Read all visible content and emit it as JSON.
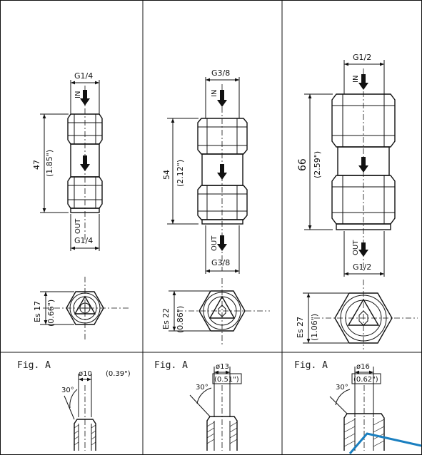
{
  "columns": [
    {
      "id": "g14",
      "top_thread": "G1/4",
      "bottom_thread": "G1/4",
      "in_label": "IN",
      "out_label": "OUT",
      "length_mm": "47",
      "length_in": "(1.85\")",
      "hex": "Es 17",
      "hex_in": "(0.66\")",
      "fig_label": "Fig. A",
      "bore": "ø10",
      "bore_in": "(0.39\")",
      "angle": "30°"
    },
    {
      "id": "g38",
      "top_thread": "G3/8",
      "bottom_thread": "G3/8",
      "in_label": "IN",
      "out_label": "OUT",
      "length_mm": "54",
      "length_in": "(2.12\")",
      "hex": "Es 22",
      "hex_in": "(0.86\")",
      "fig_label": "Fig. A",
      "bore": "ø13",
      "bore_in": "(0.51\")",
      "angle": "30°"
    },
    {
      "id": "g12",
      "top_thread": "G1/2",
      "bottom_thread": "G1/2",
      "in_label": "IN",
      "out_label": "OUT",
      "length_mm": "66",
      "length_in": "(2.59\")",
      "hex": "Es 27",
      "hex_in": "(1.06\")",
      "fig_label": "Fig. A",
      "bore": "ø16",
      "bore_in": "(0.62\")",
      "angle": "30°"
    }
  ],
  "colors": {
    "line": "#111111",
    "annotation": "#1a7fc0"
  }
}
